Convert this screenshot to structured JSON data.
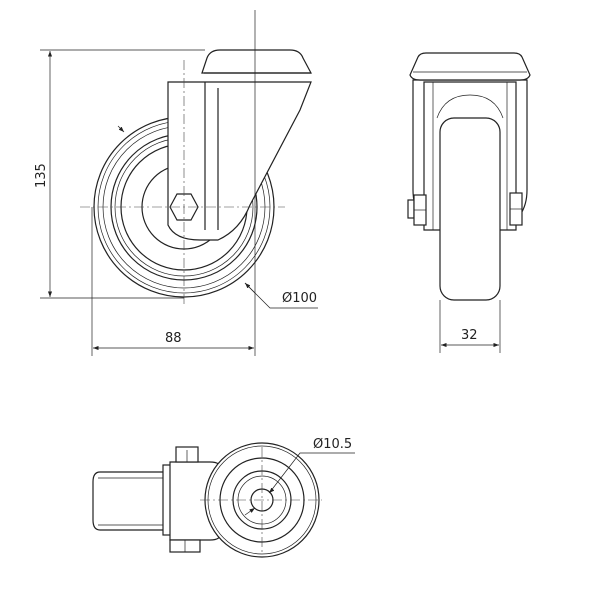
{
  "dimensions": {
    "height": "135",
    "offset_width": "88",
    "wheel_diameter": "Ø100",
    "wheel_width": "32",
    "bolt_hole_diameter": "Ø10.5"
  },
  "colors": {
    "line": "#222222",
    "background": "#ffffff"
  }
}
